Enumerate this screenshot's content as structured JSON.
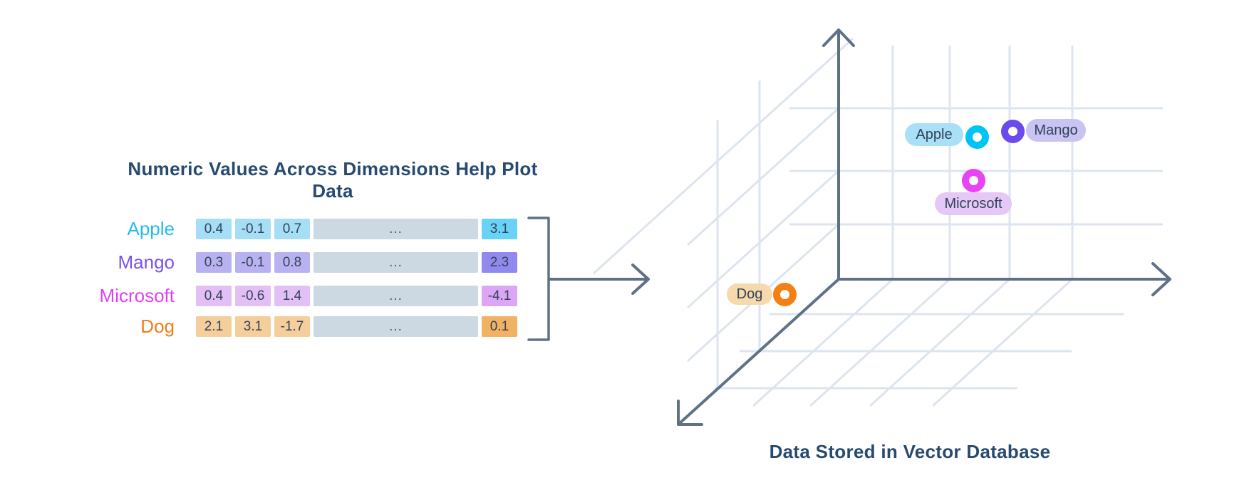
{
  "diagram": {
    "left": {
      "title": "Numeric Values Across Dimensions Help Plot Data",
      "rows": [
        {
          "label": "Apple",
          "values": [
            "0.4",
            "-0.1",
            "0.7"
          ],
          "dots": "...",
          "last": "3.1",
          "label_color": "#27b9f2",
          "cell_bg": "#a5def5",
          "last_bg": "#69d3f7"
        },
        {
          "label": "Mango",
          "values": [
            "0.3",
            "-0.1",
            "0.8"
          ],
          "dots": "...",
          "last": "2.3",
          "label_color": "#7a52f0",
          "cell_bg": "#b8b2f0",
          "last_bg": "#9289ee"
        },
        {
          "label": "Microsoft",
          "values": [
            "0.4",
            "-0.6",
            "1.4"
          ],
          "dots": "...",
          "last": "-4.1",
          "label_color": "#e040f2",
          "cell_bg": "#e2bff5",
          "last_bg": "#dba6f5"
        },
        {
          "label": "Dog",
          "values": [
            "2.1",
            "3.1",
            "-1.7"
          ],
          "dots": "...",
          "last": "0.1",
          "label_color": "#f07d15",
          "cell_bg": "#f4ce9b",
          "last_bg": "#f2b264"
        }
      ]
    },
    "right": {
      "title": "Data Stored in Vector Database",
      "points": [
        {
          "label": "Apple",
          "pill_bg": "#a9dff7",
          "dot_color": "#00c3f7"
        },
        {
          "label": "Mango",
          "pill_bg": "#c9c4f4",
          "dot_color": "#6b4bec"
        },
        {
          "label": "Microsoft",
          "pill_bg": "#e6c8f7",
          "dot_color": "#e644f4"
        },
        {
          "label": "Dog",
          "pill_bg": "#f7d9ae",
          "dot_color": "#f57f13"
        }
      ]
    },
    "colors": {
      "title_text": "#264a70",
      "axis": "#5e7186",
      "grid": "#dce5ef",
      "cell_text": "#334459",
      "dots_cell_bg": "#cdd9e2"
    }
  }
}
